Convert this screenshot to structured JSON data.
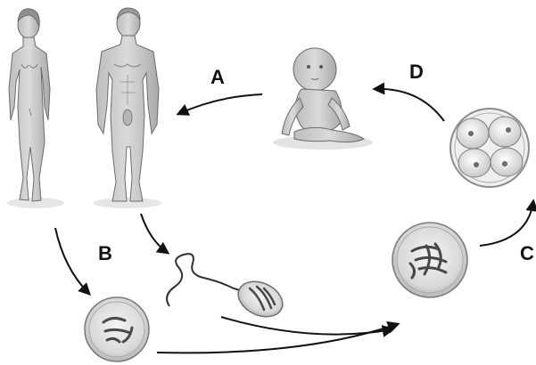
{
  "labels": {
    "a": "A",
    "b": "B",
    "c": "C",
    "d": "D"
  },
  "figures": {
    "adult_female": "adult-female-figure",
    "adult_male": "adult-male-figure",
    "baby": "baby-figure",
    "embryo": "embryo-cell-cluster",
    "egg": "egg-cell",
    "sperm": "sperm-cell",
    "zygote": "zygote-cell"
  }
}
